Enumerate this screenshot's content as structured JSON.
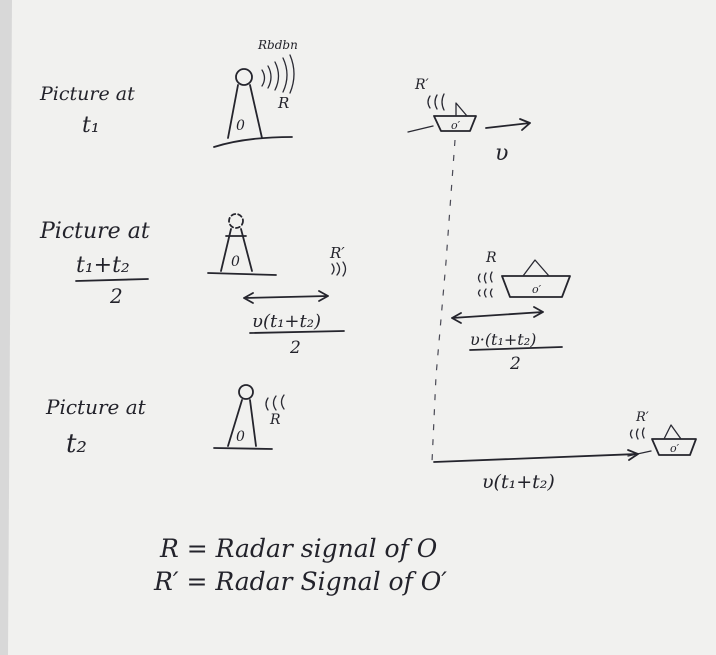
{
  "rows": [
    {
      "label_line1": "Picture at",
      "label_line2": "t₁"
    },
    {
      "label_line1": "Picture at",
      "label_line2_num": "t₁+t₂",
      "label_line2_den": "2"
    },
    {
      "label_line1": "Picture at",
      "label_line2": "t₂"
    }
  ],
  "tower_labels": {
    "scribble": "Rbdbn",
    "r_t1": "R",
    "o_t1": "0",
    "r_prime_mid": "R′",
    "o_mid": "0",
    "r_t2": "R",
    "o_t2": "0"
  },
  "ship_labels": {
    "r_prime_t1": "R′",
    "o_prime_t1": "o′",
    "r_mid": "R",
    "o_prime_mid": "o′",
    "r_prime_t2": "R′",
    "o_prime_t2": "o′"
  },
  "velocity": {
    "v_label": "υ",
    "left_num": "υ(t₁+t₂)",
    "left_den": "2",
    "right_num": "υ·(t₁+t₂)",
    "right_den": "2",
    "bottom": "υ(t₁+t₂)"
  },
  "legend": {
    "line1": "R  = Radar signal of O",
    "line2": "R′ = Radar Signal of O′"
  }
}
